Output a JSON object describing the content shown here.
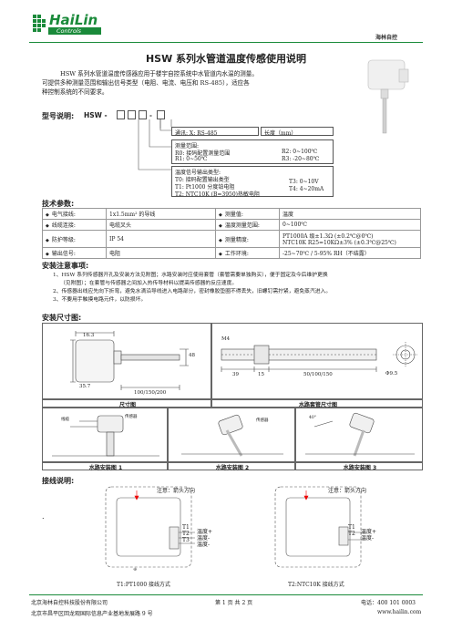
{
  "header": {
    "logo_main": "HaiLin",
    "logo_sub": "Controls",
    "brand_text": "海林自控"
  },
  "title": "HSW 系列水管道温度传感使用说明",
  "intro": {
    "line1": "HSW 系列水管道温度传感器应用于楼宇自控系统中水管道内水温的测量。",
    "line2": "可提供多种测量范围和输出信号类型（电阻、电流、电压和 RS-485），适应各",
    "line3": "种控制系统的不同要求。"
  },
  "model": {
    "heading": "型号说明:",
    "prefix": "HSW -",
    "comm": "通讯:  X:  RS-485",
    "length": "长度（mm）",
    "range_title": "测量范围:",
    "r0": "R0:  接码配置测量范围",
    "r1": "R1:  0~50℃",
    "r2": "R2:  0~100℃",
    "r3": "R3:  -20~80℃",
    "out_title": "温度信号输出类型:",
    "t0": "T0:  接码配置输出类型",
    "t1": "T1:  Pt1000 分度铂电阻",
    "t2": "T2:  NTC10K (B=3950)热敏电阻",
    "t3": "T3:  0~10V",
    "t4": "T4:  4~20mA"
  },
  "tech": {
    "heading": "技术参数:",
    "rows": [
      {
        "k1": "电气接线:",
        "v1": "1x1.5mm² 的导线",
        "k2": "测量值:",
        "v2": "温度"
      },
      {
        "k1": "线缆连接:",
        "v1": "电缆叉头",
        "k2": "温度测量范围:",
        "v2": "0~100℃"
      },
      {
        "k1": "防护等级:",
        "v1": "IP 54",
        "k2": "测量精度:",
        "v2": "PT1000A 级±1.3Ω        (±0.2℃@0℃)",
        "v2b": "NTC10K   R25=10KΩ±3%   (±0.3℃@25℃)"
      },
      {
        "k1": "输出信号:",
        "v1": "电阻",
        "k2": "工作环境:",
        "v2": "-25~70℃ / 5-95% RH（不结露）"
      }
    ]
  },
  "notes": {
    "heading": "安装注意事项:",
    "n1": "1、HSW 系列传感器开孔及安装方法见附图；水路安装时应使用套管（套管需要单独购买），便于固定及今后维护更换",
    "n1b": "（见附图）；在套管与传感器之间加入热传导材料以提高传感器的反应速度。",
    "n2": "2、传感器出线应先向下折弯，避免水滴沿导线进入电路部分，密封橡胶垫圈不得丢失，旧螺钉需拧紧，避免蒸汽进入。",
    "n3": "3、不要用手触摸电路元件，以防损坏。"
  },
  "dims": {
    "heading": "安装尺寸图:",
    "d1": "16.3",
    "d2": "48",
    "d3": "35.7",
    "d4": "100/150/200",
    "m4": "M4",
    "s1": "39",
    "s2": "15",
    "s3": "50/100/150",
    "dia": "Φ9.5",
    "cap1": "尺寸图",
    "cap2": "水路套管尺寸图",
    "cap3": "水路安装图  1",
    "cap4": "水路安装图  2",
    "cap5": "水路安装图  3",
    "ann1": "线缆",
    "ann2": "传感器",
    "ann3": "40°"
  },
  "wiring": {
    "heading": "接线说明:",
    "dot": ".",
    "note_left": "注意：箭头方向",
    "note_right": "注意：箭头方向",
    "t1": "T1",
    "t2": "T2",
    "t3": "T3",
    "l1": "温度+",
    "l2": "温度-",
    "l3": "温度-",
    "r1": "温度+",
    "r2": "温度-",
    "cap_left": "T1:PT1000 接线方式",
    "cap_right": "T2:NTC10K 接线方式"
  },
  "footer": {
    "company": "北京海林自控科技股份有限公司",
    "address": "北京市昌平区回龙观国际信息产业基地发展路 9 号",
    "page": "第 1 页   共 2 页",
    "phone": "电话：400 101 0003",
    "web": "www.hailin.com"
  }
}
